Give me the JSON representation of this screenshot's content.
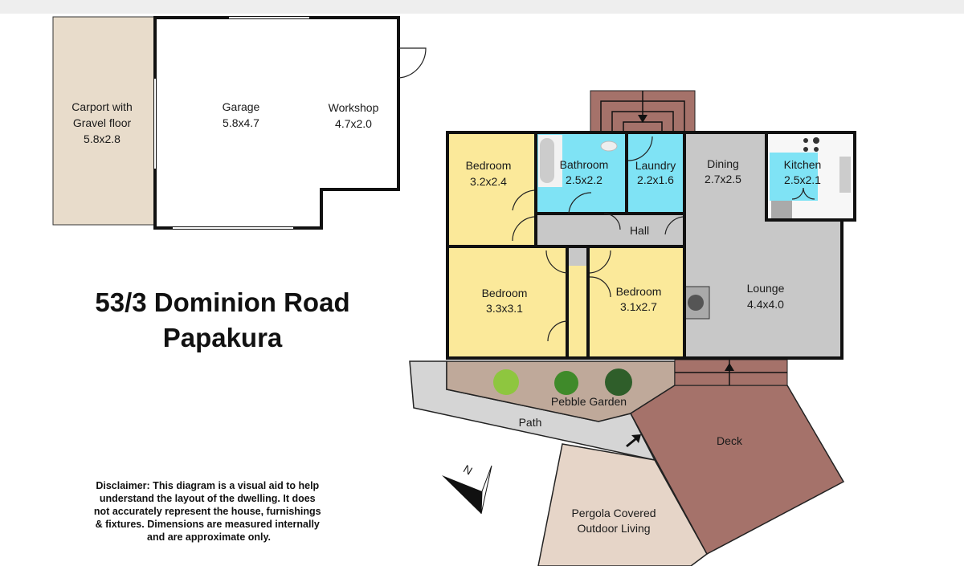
{
  "title": {
    "line1": "53/3 Dominion Road",
    "line2": "Papakura"
  },
  "rooms": {
    "carport": {
      "name1": "Carport with",
      "name2": "Gravel floor",
      "size": "5.8x2.8"
    },
    "garage": {
      "name": "Garage",
      "size": "5.8x4.7"
    },
    "workshop": {
      "name": "Workshop",
      "size": "4.7x2.0"
    },
    "bedroom1": {
      "name": "Bedroom",
      "size": "3.2x2.4"
    },
    "bathroom": {
      "name": "Bathroom",
      "size": "2.5x2.2"
    },
    "laundry": {
      "name": "Laundry",
      "size": "2.2x1.6"
    },
    "dining": {
      "name": "Dining",
      "size": "2.7x2.5"
    },
    "kitchen": {
      "name": "Kitchen",
      "size": "2.5x2.1"
    },
    "hall": {
      "name": "Hall"
    },
    "bedroom2": {
      "name": "Bedroom",
      "size": "3.3x3.1"
    },
    "bedroom3": {
      "name": "Bedroom",
      "size": "3.1x2.7"
    },
    "lounge": {
      "name": "Lounge",
      "size": "4.4x4.0"
    },
    "pebble": {
      "name": "Pebble Garden"
    },
    "path": {
      "name": "Path"
    },
    "deck": {
      "name": "Deck"
    },
    "pergola": {
      "name1": "Pergola Covered",
      "name2": "Outdoor Living"
    }
  },
  "compass": {
    "label": "N"
  },
  "disclaimer": [
    "Disclaimer: This diagram is a visual aid to help",
    "understand the layout of the dwelling. It does",
    "not accurately represent the house, furnishings",
    "& fixtures. Dimensions are measured internally",
    "and are approximate only."
  ],
  "colors": {
    "bedroom": "#fbe99a",
    "wet": "#7fe3f5",
    "living": "#c8c8c8",
    "garage": "#8a8a8a",
    "carport": "#e8dccb",
    "deck": "#a5726a",
    "pebble": "#bfa99a",
    "path": "#d5d5d5",
    "pergola": "#e6d5c8"
  }
}
